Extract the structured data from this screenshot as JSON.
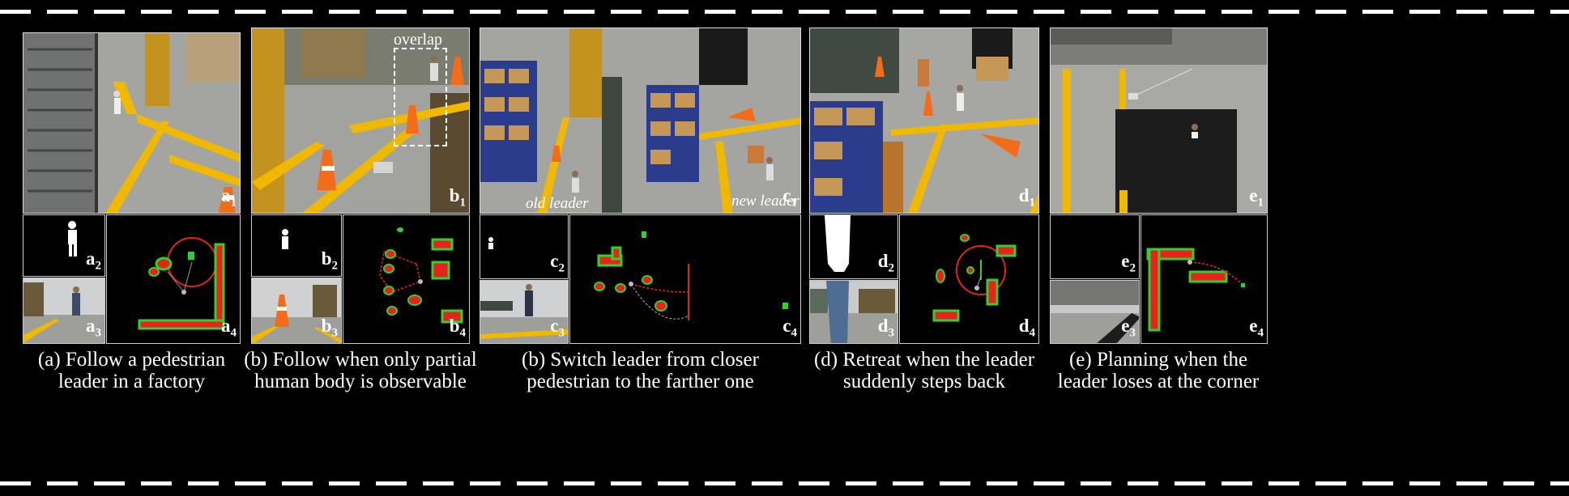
{
  "labels": {
    "a1": {
      "letter": "a",
      "num": "1"
    },
    "a2": {
      "letter": "a",
      "num": "2"
    },
    "a3": {
      "letter": "a",
      "num": "3"
    },
    "a4": {
      "letter": "a",
      "num": "4"
    },
    "b1": {
      "letter": "b",
      "num": "1"
    },
    "b2": {
      "letter": "b",
      "num": "2"
    },
    "b3": {
      "letter": "b",
      "num": "3"
    },
    "b4": {
      "letter": "b",
      "num": "4"
    },
    "c1": {
      "letter": "c",
      "num": "1"
    },
    "c2": {
      "letter": "c",
      "num": "2"
    },
    "c3": {
      "letter": "c",
      "num": "3"
    },
    "c4": {
      "letter": "c",
      "num": "4"
    },
    "d1": {
      "letter": "d",
      "num": "1"
    },
    "d2": {
      "letter": "d",
      "num": "2"
    },
    "d3": {
      "letter": "d",
      "num": "3"
    },
    "d4": {
      "letter": "d",
      "num": "4"
    },
    "e1": {
      "letter": "e",
      "num": "1"
    },
    "e2": {
      "letter": "e",
      "num": "2"
    },
    "e3": {
      "letter": "e",
      "num": "3"
    },
    "e4": {
      "letter": "e",
      "num": "4"
    }
  },
  "annotations": {
    "overlap": "overlap",
    "old_leader": "old leader",
    "new_leader": "new leader"
  },
  "captions": {
    "a": {
      "line1": "(a) Follow a pedestrian",
      "line2": "leader in a factory"
    },
    "b": {
      "line1": "(b) Follow when only partial",
      "line2": "human body is observable"
    },
    "c": {
      "line1": "(b) Switch leader from closer",
      "line2": "pedestrian to the farther one"
    },
    "d": {
      "line1": "(d) Retreat when the leader",
      "line2": "suddenly steps back"
    },
    "e": {
      "line1": "(e) Planning when the",
      "line2": "leader loses at the corner"
    }
  },
  "colors": {
    "obstacle": "#e8231e",
    "inflation": "#2fd02f",
    "path": "#e8231e",
    "floor": "#9fa09c",
    "stripe": "#f1b800",
    "shelf": "#2b3c8c",
    "box": "#c59858"
  }
}
